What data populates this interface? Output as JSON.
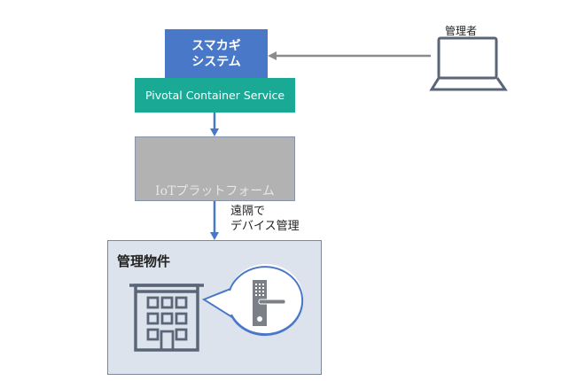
{
  "diagram": {
    "system_box": {
      "line1": "スマカギ",
      "line2": "システム",
      "color": "#4a78c9"
    },
    "pcs_box": {
      "label": "Pivotal Container Service",
      "color": "#1aa995"
    },
    "iot_box": {
      "label": "IoTプラットフォーム",
      "color": "#b2b2b2"
    },
    "remote_label": {
      "line1": "遠隔で",
      "line2": "デバイス管理"
    },
    "property_box": {
      "title": "管理物件",
      "color": "#dde3ec"
    },
    "admin": {
      "label": "管理者"
    },
    "arrow_color_blue": "#4a78c9",
    "arrow_color_gray": "#8c8c8c",
    "icon_color": "#5a6678"
  }
}
